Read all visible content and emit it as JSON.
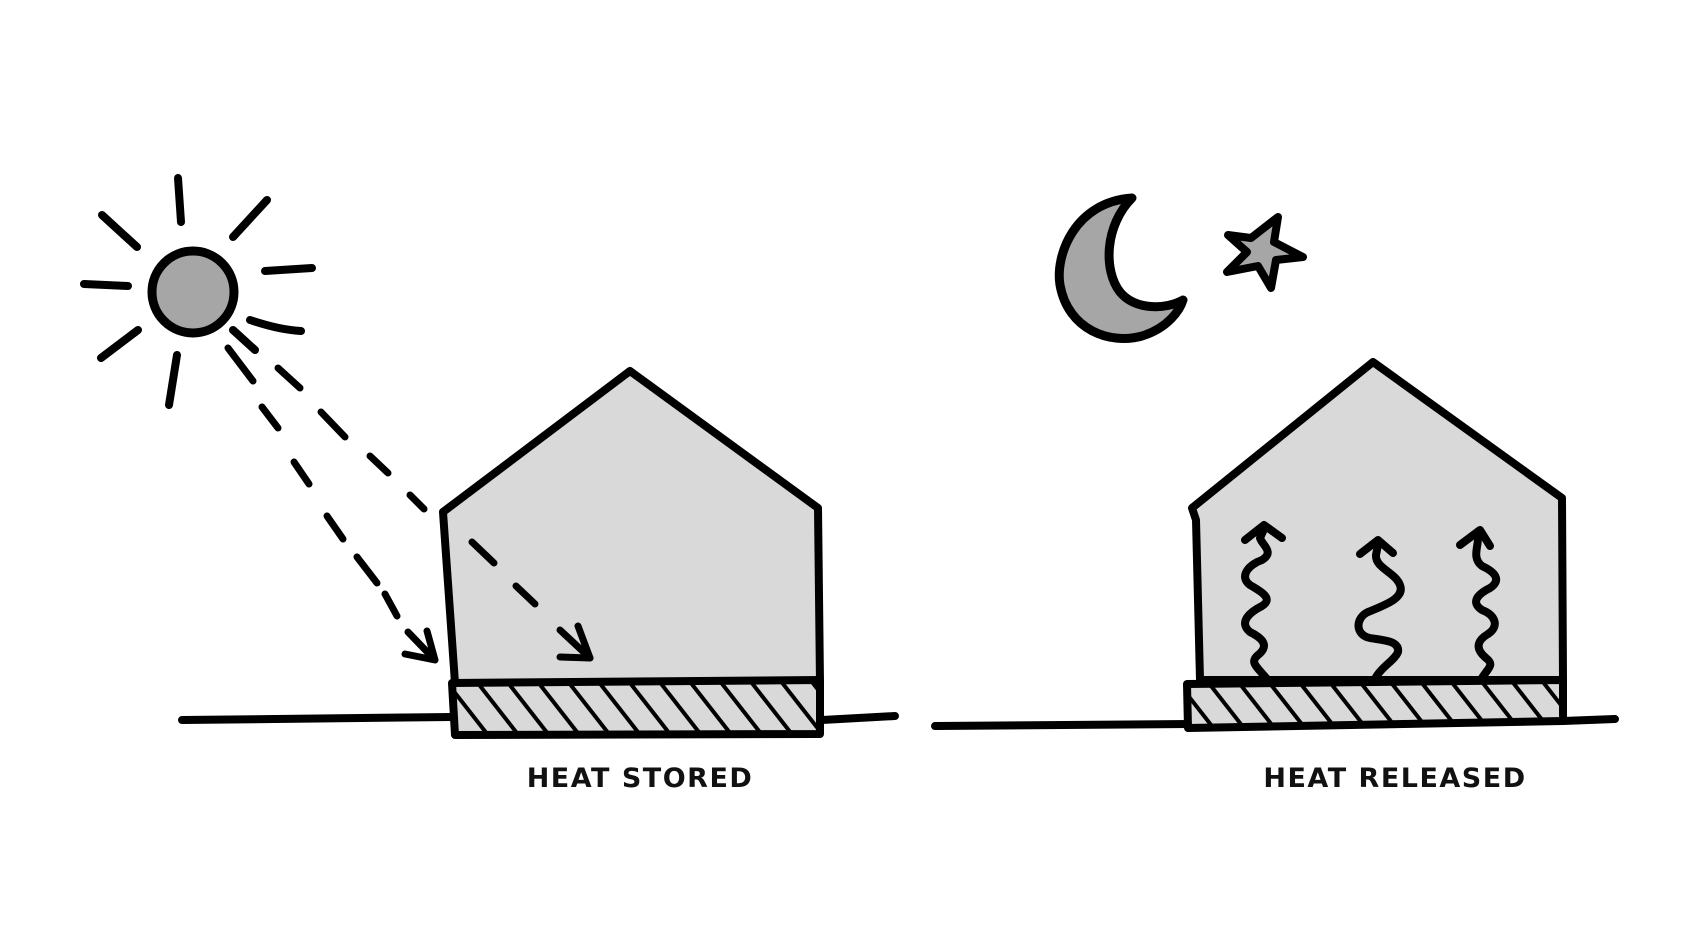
{
  "diagram": {
    "type": "thermal mass day/night illustration",
    "panels": [
      {
        "id": "day",
        "label": "HEAT STORED",
        "elements": [
          "sun",
          "sun rays",
          "dashed sunlight arrows",
          "house",
          "hatched thermal mass slab",
          "ground line"
        ]
      },
      {
        "id": "night",
        "label": "HEAT RELEASED",
        "elements": [
          "crescent moon",
          "star",
          "house",
          "three wavy heat arrows rising",
          "hatched thermal mass slab",
          "ground line"
        ]
      }
    ],
    "colors": {
      "background": "#ffffff",
      "stroke": "#000000",
      "house_fill": "#d9d9d9",
      "celestial_fill": "#a6a6a6",
      "slab_fill": "#d9d9d9",
      "label_text": "#111111"
    },
    "icons": {
      "sun": "sun-icon",
      "moon": "moon-icon",
      "star": "star-icon"
    }
  }
}
